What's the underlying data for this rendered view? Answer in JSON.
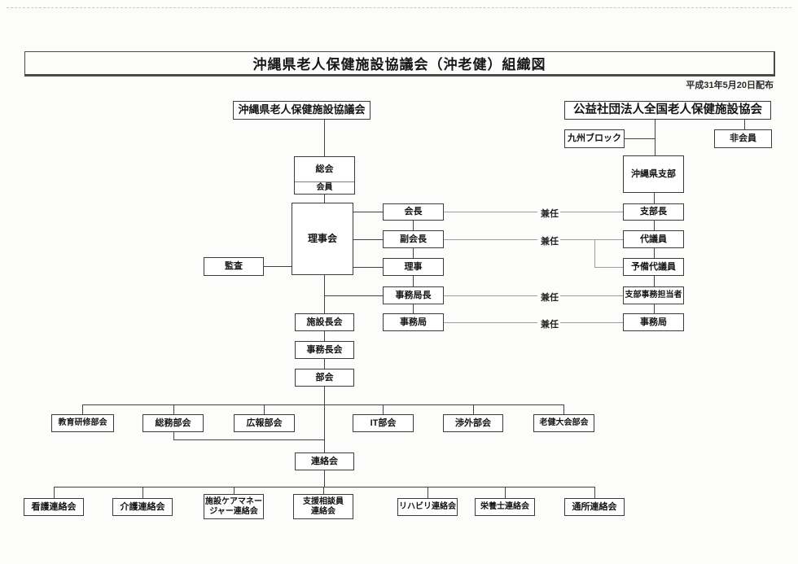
{
  "meta": {
    "title": "沖縄県老人保健施設協議会（沖老健）組織図",
    "date_note": "平成31年5月20日配布"
  },
  "labels": {
    "kennin": "兼任"
  },
  "nodes": {
    "okiroken": {
      "label": "沖縄県老人保健施設協議会"
    },
    "zenroken": {
      "label": "公益社団法人全国老人保健施設協会"
    },
    "kyushu_block": {
      "label": "九州ブロック"
    },
    "hikaiin": {
      "label": "非会員"
    },
    "okinawa_shibu": {
      "label": "沖縄県支部"
    },
    "sokai": {
      "label": "総会"
    },
    "kaiin": {
      "label": "会員"
    },
    "rijikai": {
      "label": "理事会"
    },
    "kansa": {
      "label": "監査"
    },
    "kaicho": {
      "label": "会長"
    },
    "fukukaicho": {
      "label": "副会長"
    },
    "riji": {
      "label": "理事"
    },
    "jimukyokucho": {
      "label": "事務局長"
    },
    "jimukyoku": {
      "label": "事務局"
    },
    "shibucho": {
      "label": "支部長"
    },
    "daigiin": {
      "label": "代議員"
    },
    "yobi_daigiin": {
      "label": "予備代議員"
    },
    "shibu_jimu_tantosha": {
      "label": "支部事務担当者"
    },
    "shibu_jimukyoku": {
      "label": "事務局"
    },
    "shisetsuchokai": {
      "label": "施設長会"
    },
    "jimuchokai": {
      "label": "事務長会"
    },
    "bukai": {
      "label": "部会"
    },
    "kyoiku_kenshu_bukai": {
      "label": "教育研修部会"
    },
    "somu_bukai": {
      "label": "総務部会"
    },
    "koho_bukai": {
      "label": "広報部会"
    },
    "it_bukai": {
      "label": "IT部会"
    },
    "shogai_bukai": {
      "label": "渉外部会"
    },
    "roken_taikai_bukai": {
      "label": "老健大会部会"
    },
    "renrakukai": {
      "label": "連絡会"
    },
    "kango_renrakukai": {
      "label": "看護連絡会"
    },
    "kaigo_renrakukai": {
      "label": "介護連絡会"
    },
    "care_manager_renrakukai": {
      "label": "施設ケアマネー\nジャー連絡会"
    },
    "shien_sodanin_renrakukai": {
      "label": "支援相談員\n連絡会"
    },
    "rehabili_renrakukai": {
      "label": "リハビリ連絡会"
    },
    "eiyoshi_renrakukai": {
      "label": "栄養士連絡会"
    },
    "tsusho_renrakukai": {
      "label": "通所連絡会"
    }
  }
}
